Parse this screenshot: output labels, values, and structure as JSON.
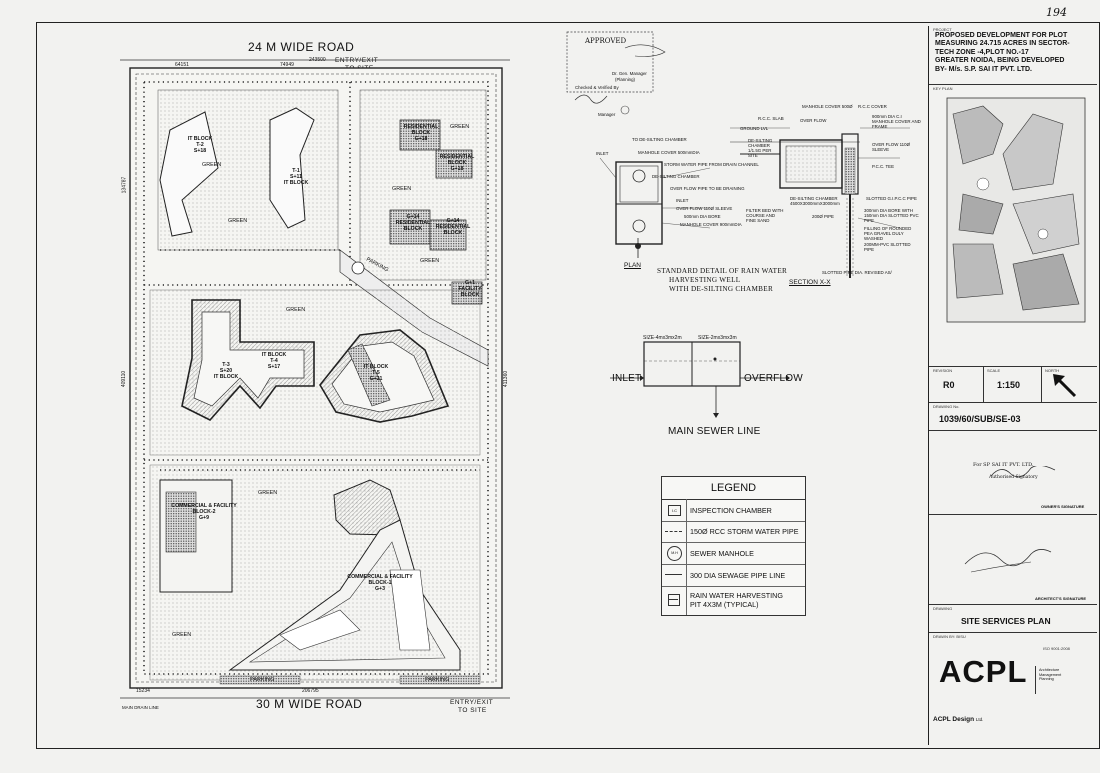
{
  "page_number": "194",
  "plan": {
    "road_top": "24 M WIDE ROAD",
    "road_bottom": "30 M WIDE ROAD",
    "entry_top": [
      "ENTRY/EXIT",
      "TO SITE"
    ],
    "entry_bottom": [
      "ENTRY/EXIT",
      "TO SITE"
    ],
    "dim_top_left": "64151",
    "dim_top_mid": "74949",
    "dim_top_right": "243500",
    "dim_left": "134787",
    "dim_left_long": "409110",
    "dim_right": "411360",
    "dim_bottom_left": "15234",
    "dim_bottom": "206795",
    "main_drain_line": "MAIN DRAIN LINE",
    "parking": "PARKING",
    "blocks": {
      "t2": [
        "IT BLOCK",
        "T-2",
        "S+18"
      ],
      "t1": [
        "T-1",
        "S+11",
        "IT BLOCK"
      ],
      "res1": [
        "RESIDENTIAL",
        "BLOCK",
        "G+18"
      ],
      "res2": [
        "RESIDENTIAL",
        "BLOCK",
        "G+18"
      ],
      "res3": [
        "G+14",
        "RESIDENTIAL",
        "BLOCK"
      ],
      "res4": [
        "G+14",
        "RESIDENTIAL",
        "BLOCK"
      ],
      "facility": [
        "G+1",
        "FACILITY",
        "BLOCK"
      ],
      "t3": [
        "T-3",
        "S+20",
        "IT BLOCK"
      ],
      "t4": [
        "IT BLOCK",
        "T-4",
        "S+17"
      ],
      "t5": [
        "IT BLOCK",
        "T-5",
        "G+21"
      ],
      "com2": [
        "COMMERCIAL & FACILITY",
        "BLOCK-2",
        "G+9"
      ],
      "com1": [
        "COMMERCIAL & FACILITY",
        "BLOCK-1",
        "G+3"
      ]
    },
    "green": "GREEN"
  },
  "stamp": {
    "approved": "APPROVED",
    "checked": "Checked & Verified By",
    "name": "Dr. Gen. Manager",
    "role": "(Planning)",
    "manager": "Manager"
  },
  "detail": {
    "title": [
      "STANDARD DETAIL OF RAIN WATER",
      "HARVESTING WELL",
      "WITH DE-SILTING CHAMBER"
    ],
    "plan_label": "PLAN",
    "section_label": "SECTION X-X",
    "plan_notes": [
      "TO DE-SILTING CHAMBER",
      "MANHOLE COVER 500mmDIA",
      "INLET",
      "STORM WATER PIPE FROM DRAIN CHANNEL",
      "DE-SILTING CHAMBER",
      "OVER FLOW PIPE TO BE DRAINING",
      "INLET",
      "OVER FLOW 110Ø SLEEVE",
      "500mm DIA BORE",
      "MANHOLE COVER 900mmDIA"
    ],
    "section_notes": [
      "MANHOLE COVER 500Ø",
      "R.C.C COVER",
      "R.C.C. SLAB",
      "OVER FLOW",
      "900mm DIA C.I MANHOLE COVER AND FRAME",
      "GROUND LVL",
      "DE-SILTING CHAMBER 1/1.5G PER SITE",
      "OVER FLOW 110Ø SLEEVE",
      "P.C.C. TEE",
      "FILTER BED WITH COURSE AND FINE SAND",
      "DE-SILTING CHAMBER 4500X3000mmX3000mm",
      "SLOTTED G.I.P.C.C PIPE",
      "200Ø PIPE",
      "300mm DIA BORE WITH 150mm DIA SLOTTED PVC PIPE",
      "FILLING OF ROUNDED PEA GRAVEL DULY WASHED",
      "200MM-PVC SLOTTED PIPE",
      "SLOTTED PIPE DIA. REVISED AS/"
    ]
  },
  "sewer": {
    "size_left": "SIZE-4mx3mx2m",
    "size_right": "SIZE-2mx3mx3m",
    "inlet": "INLET",
    "overflow": "OVERFLOW",
    "main_sewer": "MAIN SEWER LINE"
  },
  "legend": {
    "title": "LEGEND",
    "items": [
      {
        "symbol": "I.C",
        "text": [
          "INSPECTION CHAMBER"
        ]
      },
      {
        "symbol": "",
        "text": [
          "150Ø RCC STORM WATER PIPE"
        ]
      },
      {
        "symbol": "M.H",
        "text": [
          "SEWER MANHOLE"
        ]
      },
      {
        "symbol": "",
        "text": [
          "300 DIA SEWAGE PIPE LINE"
        ]
      },
      {
        "symbol": "",
        "text": [
          "RAIN WATER HARVESTING",
          "PIT 4X3M (TYPICAL)"
        ]
      }
    ]
  },
  "title_block": {
    "project_caption": "PROJECT",
    "project": [
      "PROPOSED DEVELOPMENT FOR PLOT",
      "MEASURING 24.715 ACRES IN SECTOR-",
      "TECH ZONE -4,PLOT NO.-17",
      "GREATER NOIDA, BEING DEVELOPED",
      "BY- M/s. S.P. SAI  IT PVT. LTD."
    ],
    "key_plan_caption": "KEY PLAN",
    "revision_caption": "REVISION",
    "scale_caption": "SCALE",
    "north_caption": "NORTH",
    "revision": "R0",
    "scale": "1:150",
    "drawing_no_caption": "DRAWING No.",
    "drawing_no": "1039/60/SUB/SE-03",
    "owner_for": "For SP SAI IT PVT. LTD.",
    "owner_auth": "Authorised Signatory",
    "owner_sig": "OWNER'S SIGNATURE",
    "architect_sig": "ARCHITECT'S SIGNATURE",
    "drawing_caption": "DRAWING",
    "drawing_title": "SITE SERVICES PLAN",
    "drawn_by": "DRAWN BY: BISU",
    "iso": "ISO 9001:2008",
    "firm_logo": "ACPL",
    "firm_tag": [
      "Architecture",
      "Management",
      "Planning"
    ],
    "firm_name": "ACPL Design",
    "firm_suffix": "Ltd."
  }
}
